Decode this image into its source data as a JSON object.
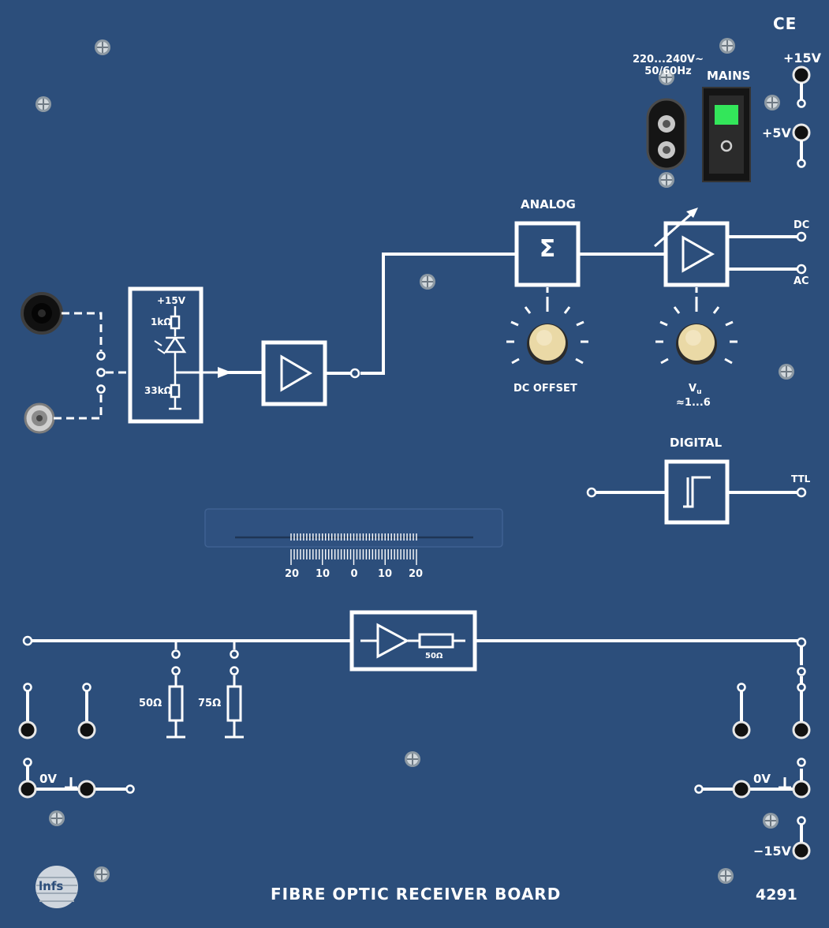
{
  "board": {
    "title": "FIBRE OPTIC RECEIVER BOARD",
    "model": "4291",
    "logo_text": "lnfs",
    "ce_mark": "CE"
  },
  "colors": {
    "panel": "#2c4e7b",
    "lines": "#ffffff",
    "switch_led": "#33e65a",
    "knob": "#ead9a6"
  },
  "power": {
    "mains_label": "MAINS",
    "voltage_label": "220...240V~",
    "freq_label": "50/60Hz",
    "plus15_label": "+15V",
    "plus5_label": "+5V",
    "minus15_label": "−15V"
  },
  "receiver": {
    "supply_label": "+15V",
    "r1_label": "1kΩ",
    "r2_label": "33kΩ"
  },
  "analog": {
    "title": "ANALOG",
    "sum_symbol": "Σ",
    "offset_label": "DC OFFSET",
    "gain_label": "V",
    "gain_sub": "u",
    "gain_range": "≈1...6",
    "dc_label": "DC",
    "ac_label": "AC"
  },
  "digital": {
    "title": "DIGITAL",
    "ttl_label": "TTL"
  },
  "scale": {
    "labels": [
      "20",
      "10",
      "0",
      "10",
      "20"
    ]
  },
  "bus": {
    "driver_res_label": "50Ω",
    "term1_label": "50Ω",
    "term2_label": "75Ω",
    "ground_left": "0V",
    "ground_right": "0V"
  }
}
